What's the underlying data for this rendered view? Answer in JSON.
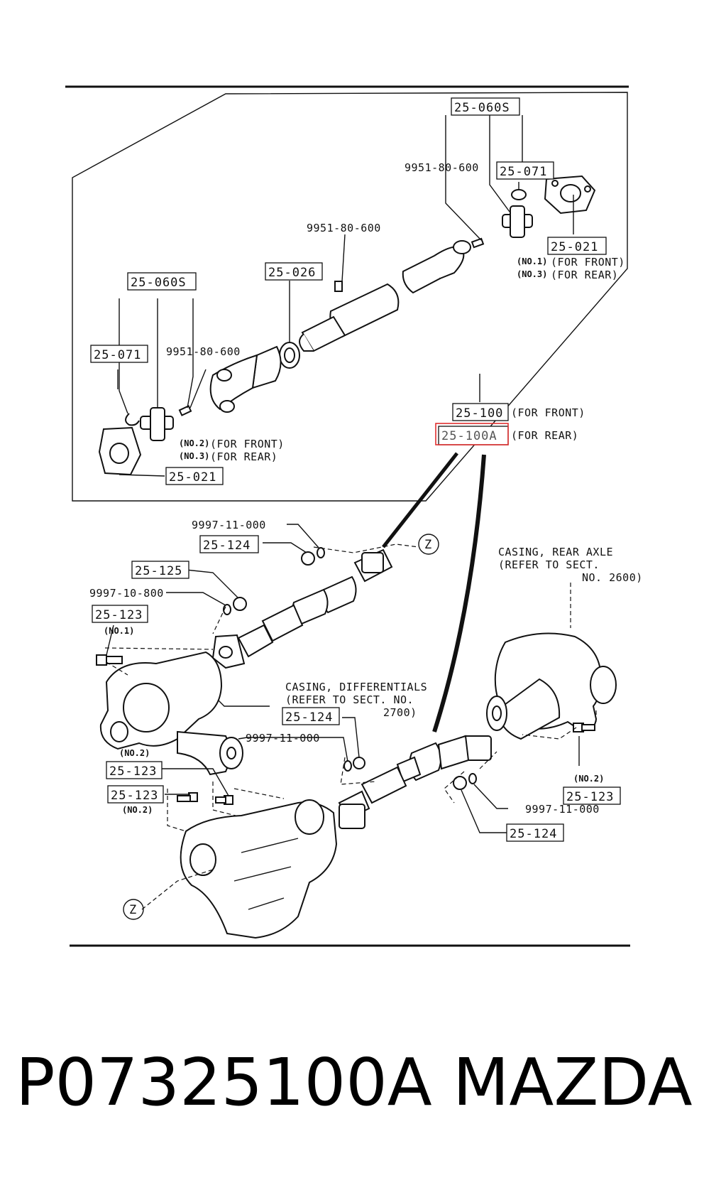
{
  "callouts": {
    "joint_kit_top": "25-060S",
    "joint_kit_left": "25-060S",
    "snap_ring_top": "25-071",
    "snap_ring_left": "25-071",
    "grease_fitting_top": "9951-80-600",
    "grease_fitting_mid": "9951-80-600",
    "grease_fitting_left": "9951-80-600",
    "yoke_top": "25-021",
    "yoke_left": "25-021",
    "dust_seal": "25-026",
    "shaft_front": "25-100",
    "shaft_rear": "25-100A",
    "nut_top": "25-124",
    "nut_mid": "25-124",
    "nut_bottom": "25-124",
    "bolt_125": "25-125",
    "bolt_123_front": "25-123",
    "bolt_123_trans_a": "25-123",
    "bolt_123_trans_b": "25-123",
    "bolt_123_rear": "25-123",
    "washer_top": "9997-11-000",
    "washer_mid": "9997-11-000",
    "washer_bottom": "9997-11-000",
    "washer_front": "9997-10-800"
  },
  "notes": {
    "top_yoke_note1_no": "(NO.1)",
    "top_yoke_note1_text": "(FOR FRONT)",
    "top_yoke_note2_no": "(NO.3)",
    "top_yoke_note2_text": "(FOR REAR)",
    "left_yoke_note1_no": "(NO.2)",
    "left_yoke_note1_text": "(FOR FRONT)",
    "left_yoke_note2_no": "(NO.3)",
    "left_yoke_note2_text": "(FOR REAR)",
    "shaft_front_note": "(FOR FRONT)",
    "shaft_rear_note": "(FOR REAR)",
    "no1": "(NO.1)",
    "no2_trans_a": "(NO.2)",
    "no2_trans_b": "(NO.2)",
    "no2_rear": "(NO.2)",
    "rear_axle_line1": "CASING, REAR AXLE",
    "rear_axle_line2": "(REFER TO SECT.",
    "rear_axle_line3": "NO. 2600)",
    "diff_line1": "CASING, DIFFERENTIALS",
    "diff_line2": "(REFER TO SECT. NO.",
    "diff_line3": "2700)",
    "ref_z_top": "Z",
    "ref_z_bottom": "Z"
  },
  "footer": {
    "part_number": "P07325100A",
    "brand": "MAZDA"
  },
  "colors": {
    "highlight": "#e03030",
    "ink": "#111111"
  }
}
